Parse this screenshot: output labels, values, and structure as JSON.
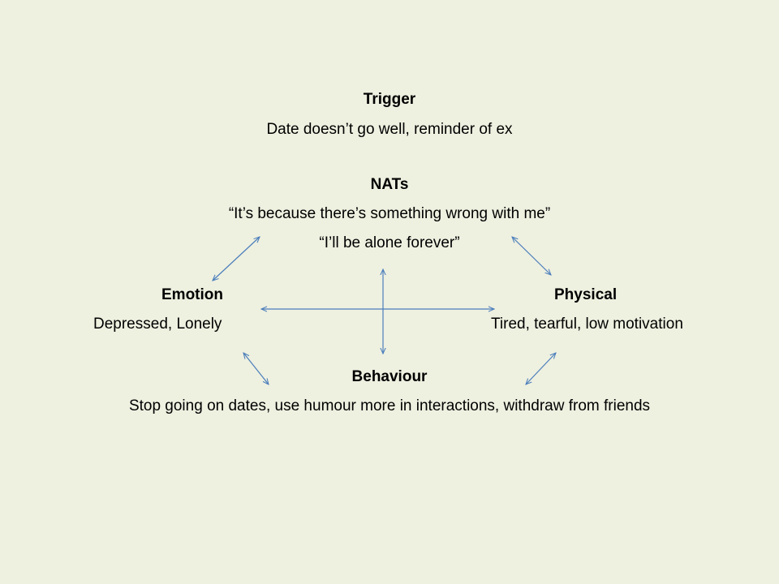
{
  "trigger": {
    "heading": "Trigger",
    "text": "Date doesn’t go well, reminder of ex"
  },
  "nats": {
    "heading": "NATs",
    "thoughts": [
      "“It’s because there’s something wrong with me”",
      "“I’ll be alone forever”"
    ]
  },
  "emotion": {
    "heading": "Emotion",
    "text": "Depressed, Lonely"
  },
  "physical": {
    "heading": "Physical",
    "text": "Tired, tearful, low motivation"
  },
  "behaviour": {
    "heading": "Behaviour",
    "text": "Stop going on dates, use humour more in interactions, withdraw from friends"
  },
  "colors": {
    "background": "#eef0e0",
    "arrow": "#4a7ebb",
    "text": "#000000"
  }
}
